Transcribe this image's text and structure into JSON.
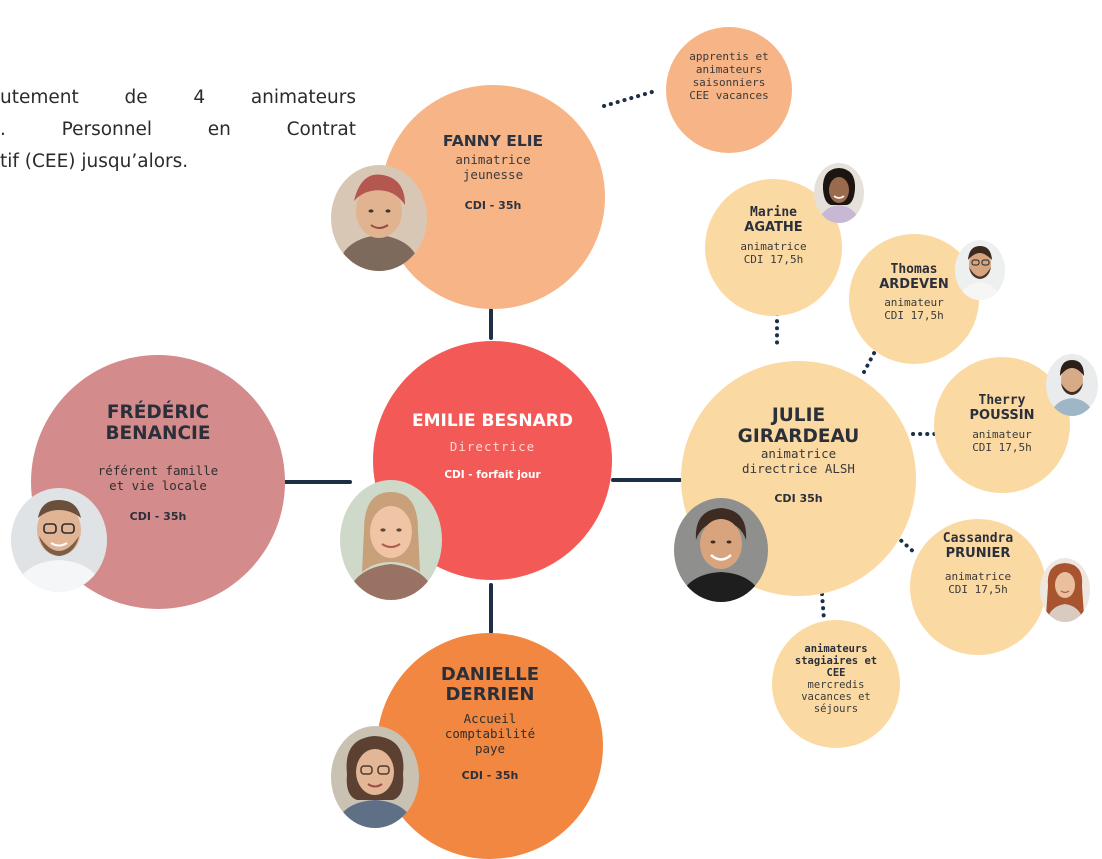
{
  "intro": {
    "line1": "utement de 4 animateurs",
    "line2": ". Personnel en Contrat",
    "line3": "tif (CEE) jusqu’alors."
  },
  "colors": {
    "director": "#f35a57",
    "jeunesse": "#f7b587",
    "famille": "#d48b8b",
    "accueil": "#f28741",
    "alsh": "#fbd9a3",
    "line": "#1c2f47"
  },
  "director": {
    "name": "EMILIE BESNARD",
    "role": "Directrice",
    "contract": "CDI - forfait jour"
  },
  "fanny": {
    "name": "FANNY ELIE",
    "role1": "animatrice",
    "role2": "jeunesse",
    "contract": "CDI - 35h"
  },
  "apprentis": {
    "l1": "apprentis et",
    "l2": "animateurs",
    "l3": "saisonniers",
    "l4": "CEE vacances"
  },
  "frederic": {
    "name1": "FRÉDÉRIC",
    "name2": "BENANCIE",
    "role1": "référent famille",
    "role2": "et vie locale",
    "contract": "CDI - 35h"
  },
  "danielle": {
    "name1": "DANIELLE",
    "name2": "DERRIEN",
    "role1": "Accueil",
    "role2": "comptabilité",
    "role3": "paye",
    "contract": "CDI - 35h"
  },
  "julie": {
    "name1": "JULIE",
    "name2": "GIRARDEAU",
    "role1": "animatrice",
    "role2": "directrice ALSH",
    "contract": "CDI 35h"
  },
  "marine": {
    "first": "Marine",
    "last": "AGATHE",
    "role": "animatrice",
    "contract": "CDI 17,5h"
  },
  "thomas": {
    "first": "Thomas",
    "last": "ARDEVEN",
    "role": "animateur",
    "contract": "CDI 17,5h"
  },
  "therry": {
    "first": "Therry",
    "last": "POUSSIN",
    "role": "animateur",
    "contract": "CDI 17,5h"
  },
  "cassandra": {
    "first": "Cassandra",
    "last": "PRUNIER",
    "role": "animatrice",
    "contract": "CDI 17,5h"
  },
  "stagiaires": {
    "l1": "animateurs",
    "l2": "stagiaires et",
    "l3": "CEE",
    "l4": "mercredis",
    "l5": "vacances et",
    "l6": "séjours"
  }
}
